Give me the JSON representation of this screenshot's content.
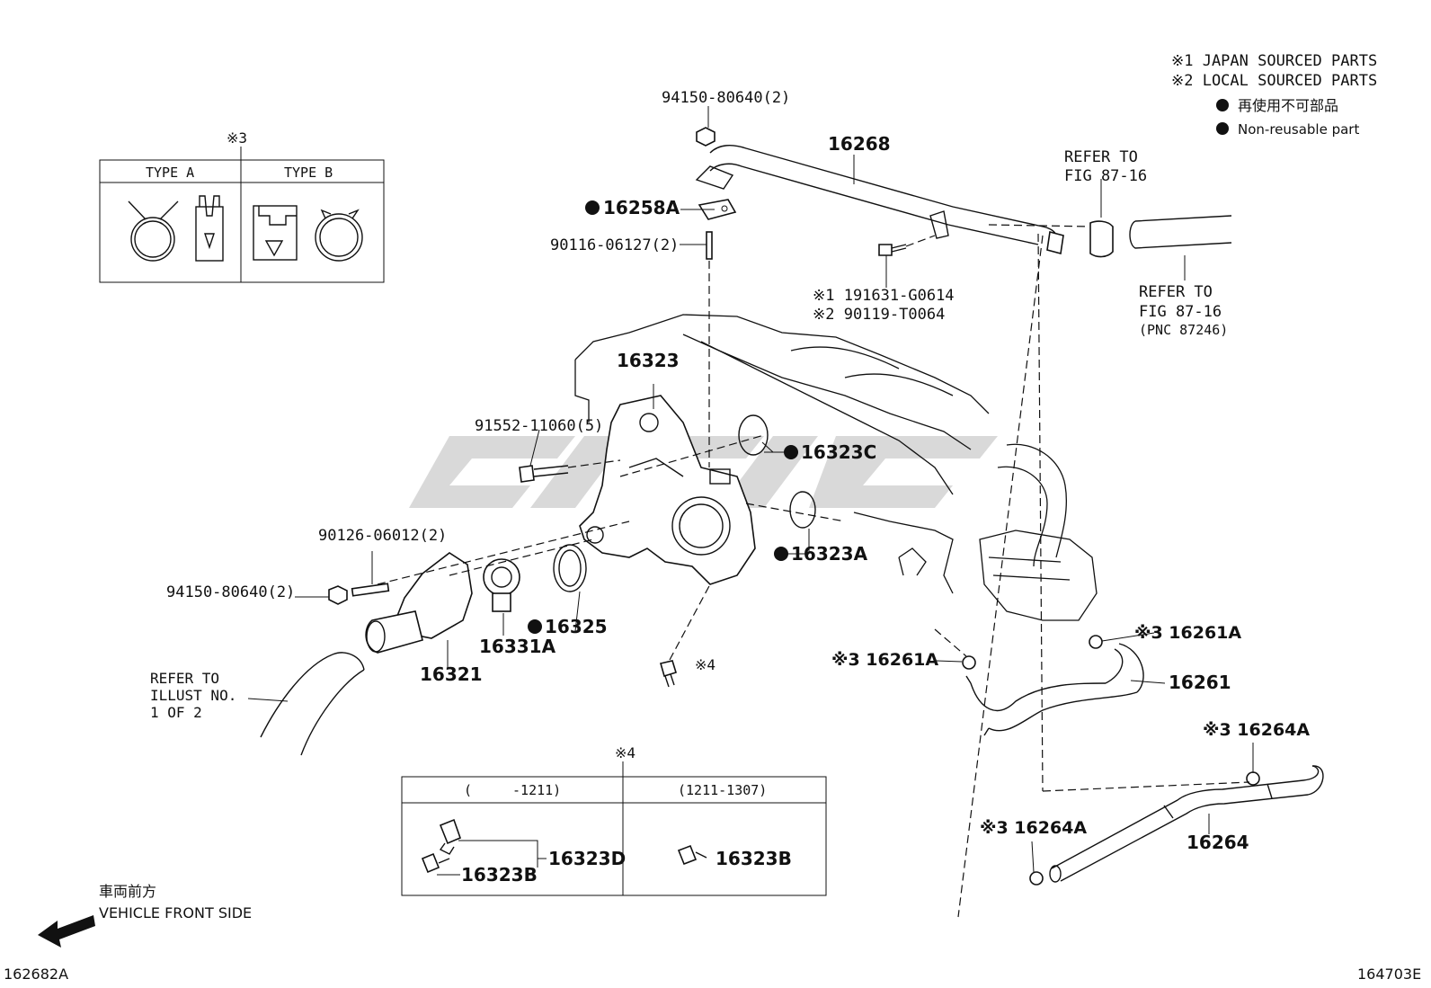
{
  "legend": {
    "japan_sourced": "※1 JAPAN SOURCED PARTS",
    "local_sourced": "※2 LOCAL SOURCED PARTS",
    "non_reusable_jp": "再使用不可部品",
    "non_reusable_en": "Non-reusable part"
  },
  "clamp_types": {
    "ref": "※3",
    "type_a": "TYPE A",
    "type_b": "TYPE B"
  },
  "drain_plug_table": {
    "ref": "※4",
    "col1_header": "(　　　-1211)",
    "col2_header": "(1211-1307)",
    "col1_part_outer": "16323D",
    "col1_part_inner": "16323B",
    "col2_part": "16323B"
  },
  "callouts": {
    "nut_top": "94150-80640(2)",
    "pipe_16268": "16268",
    "gasket_16258a": "16258A",
    "stud_90116": "90116-06127(2)",
    "bolt_jp": "※1 191631-G0614",
    "bolt_local": "※2 90119-T0064",
    "refer_fig_top_a": "REFER TO",
    "refer_fig_top_b": "FIG 87-16",
    "refer_fig_right_a": "REFER TO",
    "refer_fig_right_b": "FIG 87-16",
    "refer_fig_right_c": "(PNC 87246)",
    "housing_16323": "16323",
    "bolt_91552": "91552-11060(5)",
    "oring_16323c": "16323C",
    "oring_16323a": "16323A",
    "stud_90126": "90126-06012(2)",
    "nut_left": "94150-80640(2)",
    "gasket_16325": "16325",
    "thermostat_16331a": "16331A",
    "inlet_16321": "16321",
    "drain_ref": "※4",
    "refer_illust_a": "REFER TO",
    "refer_illust_b": "ILLUST NO.",
    "refer_illust_c": "1 OF 2",
    "clamp_16261a_left": "※3 16261A",
    "clamp_16261a_right": "※3 16261A",
    "hose_16261": "16261",
    "clamp_16264a_top": "※3 16264A",
    "clamp_16264a_bottom": "※3 16264A",
    "hose_16264": "16264"
  },
  "direction": {
    "jp": "車両前方",
    "en": "VEHICLE FRONT SIDE"
  },
  "footer": {
    "left_code": "162682A",
    "right_code": "164703E"
  },
  "colors": {
    "ink": "#111111",
    "watermark": "#d9d9d9",
    "background": "#ffffff"
  }
}
